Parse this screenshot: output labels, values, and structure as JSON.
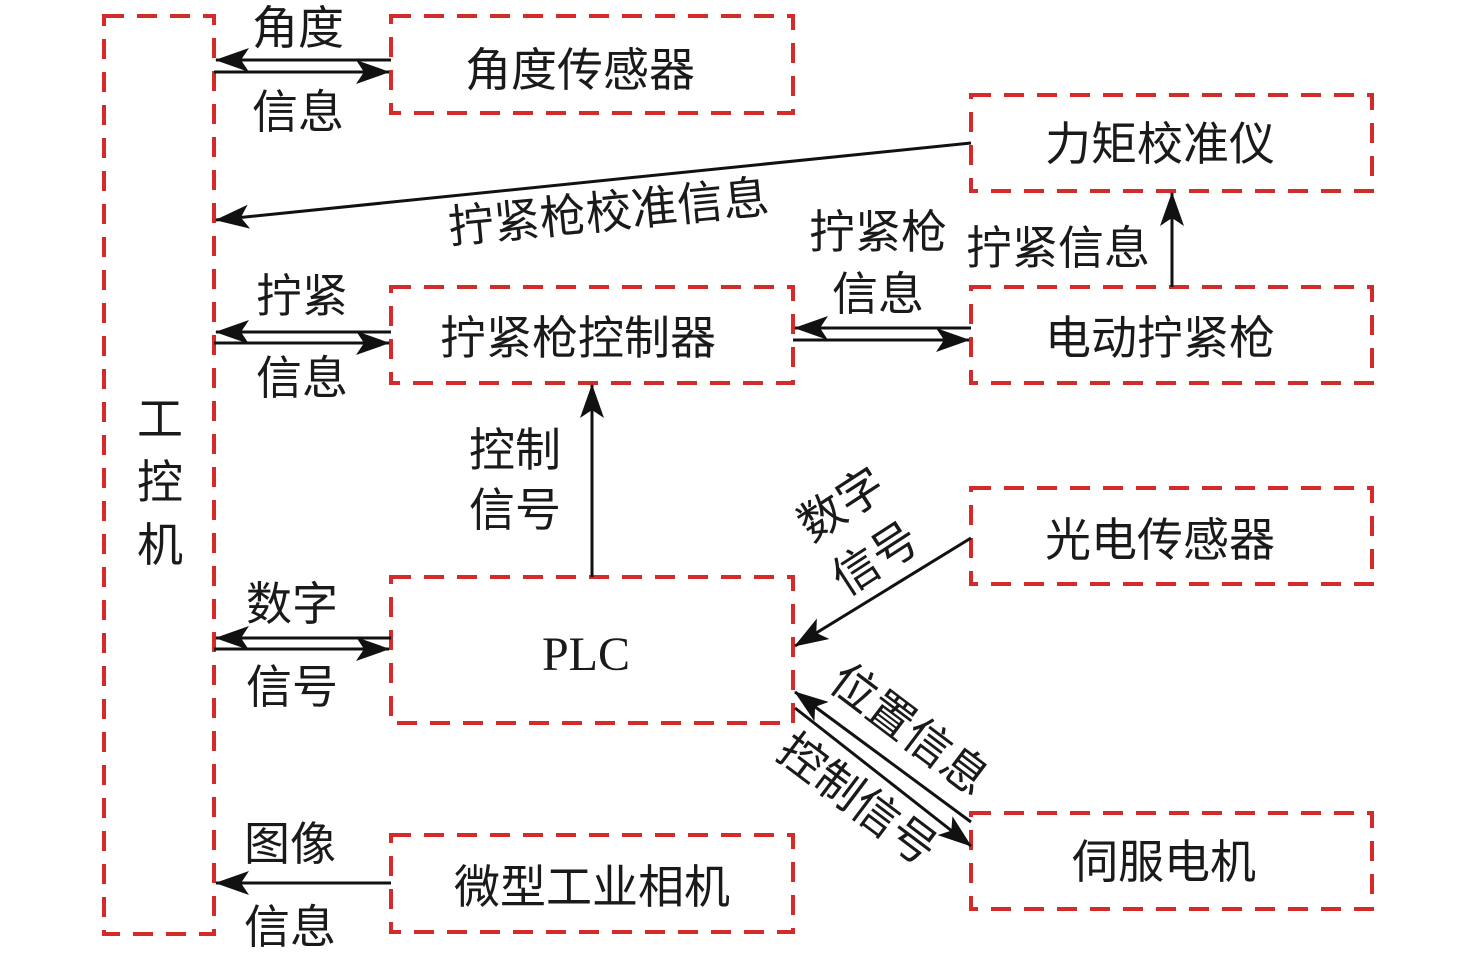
{
  "diagram": {
    "nodes": {
      "ipc": {
        "label_chars": [
          "工",
          "控",
          "机"
        ]
      },
      "angle_sensor": {
        "label": "角度传感器"
      },
      "torque_calibrator": {
        "label": "力矩校准仪"
      },
      "wrench_controller": {
        "label": "拧紧枪控制器"
      },
      "electric_wrench": {
        "label": "电动拧紧枪"
      },
      "plc": {
        "label": "PLC"
      },
      "photo_sensor": {
        "label": "光电传感器"
      },
      "servo_motor": {
        "label": "伺服电机"
      },
      "camera": {
        "label": "微型工业相机"
      }
    },
    "edges": {
      "angle_info": {
        "line1": "角度",
        "line2": "信息"
      },
      "calib_info": {
        "label": "拧紧枪校准信息"
      },
      "tighten_info_left": {
        "line1": "拧紧",
        "line2": "信息"
      },
      "wrench_info": {
        "line1": "拧紧枪",
        "line2": "信息"
      },
      "tighten_info_up": {
        "label": "拧紧信息"
      },
      "control_signal_up": {
        "line1": "控制",
        "line2": "信号"
      },
      "digital_signal_left": {
        "line1": "数字",
        "line2": "信号"
      },
      "digital_signal_diag": {
        "line1": "数字",
        "line2": "信号"
      },
      "position_info": {
        "label": "位置信息"
      },
      "control_signal_diag": {
        "label": "控制信号"
      },
      "image_info": {
        "line1": "图像",
        "line2": "信息"
      }
    },
    "colors": {
      "box_stroke": "#d42a2a",
      "arrow": "#111111",
      "text": "#1a1a1a"
    }
  }
}
